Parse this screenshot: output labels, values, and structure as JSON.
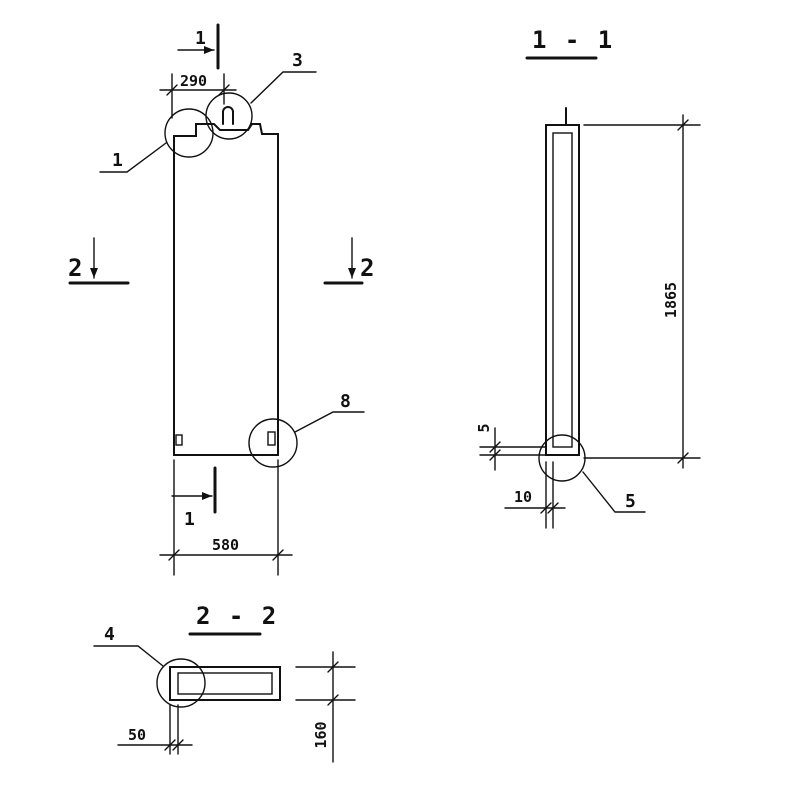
{
  "views": {
    "front": {
      "dim_top": "290",
      "dim_bottom": "580",
      "section_mark_1_top": "1",
      "section_mark_1_bottom": "1",
      "section_mark_2_left": "2",
      "section_mark_2_right": "2",
      "callout_1": "1",
      "callout_3": "3",
      "callout_8": "8"
    },
    "section_1_1": {
      "title": "1 - 1",
      "dim_height": "1865",
      "dim_left_5": "5",
      "dim_bottom_10": "10",
      "callout_5": "5"
    },
    "section_2_2": {
      "title": "2 - 2",
      "dim_width_50": "50",
      "dim_height_160": "160",
      "callout_4": "4"
    }
  }
}
